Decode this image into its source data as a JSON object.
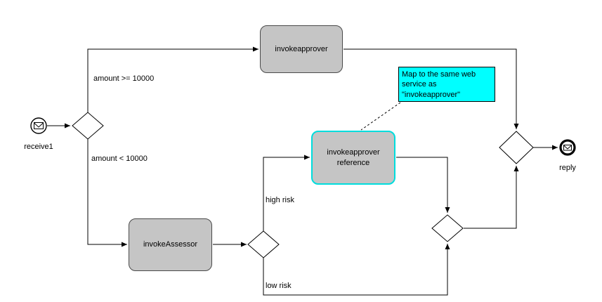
{
  "diagram": {
    "start": {
      "label": "receive1"
    },
    "end": {
      "label": "reply"
    },
    "tasks": {
      "invokeapprover": {
        "label": "invokeapprover"
      },
      "invokeassessor": {
        "label": "invokeAssessor"
      },
      "reference": {
        "label": "invokeapprover reference"
      }
    },
    "edges": {
      "amount_gte": {
        "label": "amount >= 10000"
      },
      "amount_lt": {
        "label": "amount < 10000"
      },
      "high_risk": {
        "label": "high risk"
      },
      "low_risk": {
        "label": "low risk"
      }
    },
    "note": {
      "text": "Map to the same web service as \"invokeapprover\""
    }
  },
  "colors": {
    "task_fill": "#c5c5c5",
    "task_border": "#4a4a4a",
    "selection_border": "#00dddd",
    "note_fill": "#00ffff",
    "connector": "#000000",
    "background": "#ffffff"
  }
}
